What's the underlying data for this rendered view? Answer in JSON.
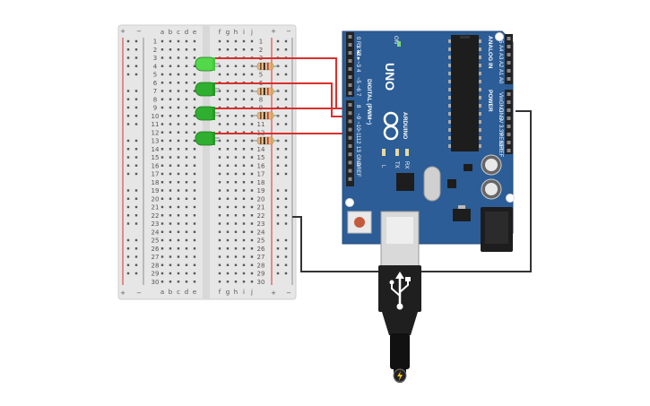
{
  "breadboard": {
    "column_letters_left": [
      "a",
      "b",
      "c",
      "d",
      "e"
    ],
    "column_letters_right": [
      "f",
      "g",
      "h",
      "i",
      "j"
    ],
    "rows": 30,
    "rail_plus": "+",
    "rail_minus": "−"
  },
  "arduino": {
    "logo_text": "UNO",
    "brand_text": "ARDUINO",
    "on_label": "ON",
    "digital_label": "DIGITAL (PWM~)",
    "analog_label": "ANALOG IN",
    "power_label": "POWER",
    "digital_pins": [
      "0 RX◄",
      "1 TX►",
      "2",
      "~3",
      "4",
      "~5",
      "~6",
      "7",
      "8",
      "~9",
      "~10",
      "~11",
      "12",
      "13",
      "GND",
      "AREF"
    ],
    "analog_pins": [
      "A5",
      "A4",
      "A3",
      "A2",
      "A1",
      "A0"
    ],
    "power_pins": [
      "Vin",
      "GND",
      "GND",
      "5V",
      "3.3V",
      "RESET",
      "IOREF"
    ],
    "led_labels": [
      "L",
      "TX",
      "RX"
    ]
  },
  "colors": {
    "breadboard": "#e4e4e4",
    "rail_red": "#d9302c",
    "arduino_blue": "#2c5d96",
    "led_green": "#3cc63c",
    "wire_red": "#d9302c",
    "wire_black": "#333333"
  },
  "icons": {
    "usb": "usb-icon",
    "power_jack": "power-jack-icon",
    "bolt": "lightning-bolt-icon"
  }
}
